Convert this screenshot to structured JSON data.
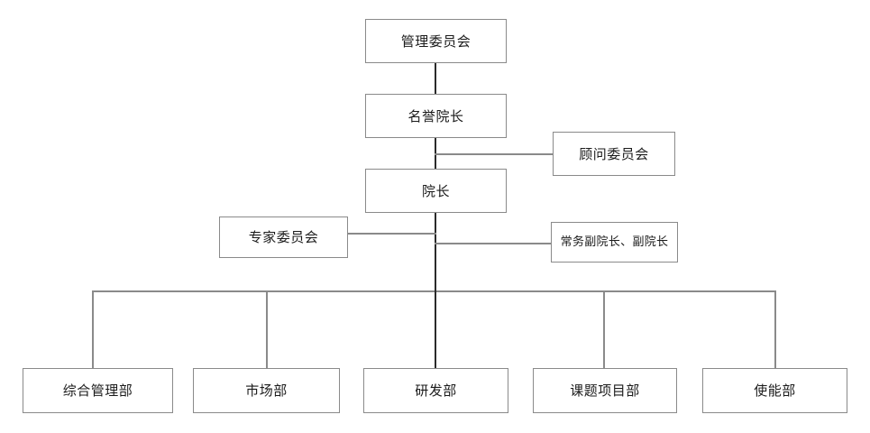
{
  "diagram": {
    "type": "organization-chart",
    "title": "",
    "theme": {
      "background": "#ffffff",
      "box_border": "#8a8a8a",
      "box_fill": "#ffffff",
      "text_color": "#1b1b1b",
      "connector_color": "#8a8a8a",
      "connector_dark": "#2b2b2b"
    },
    "nodes": {
      "management_committee": "管理委员会",
      "honorary_dean": "名誉院长",
      "advisory_committee": "顾问委员会",
      "dean": "院长",
      "expert_committee": "专家委员会",
      "vice_deans": "常务副院长、副院长",
      "dept_general_management": "综合管理部",
      "dept_marketing": "市场部",
      "dept_rnd": "研发部",
      "dept_research_project": "课题项目部",
      "dept_enabling": "使能部"
    },
    "levels": [
      {
        "name": "level-1",
        "items": [
          "管理委员会"
        ]
      },
      {
        "name": "level-2",
        "items": [
          "名誉院长"
        ]
      },
      {
        "name": "level-2-side",
        "items": [
          "顾问委员会"
        ]
      },
      {
        "name": "level-3",
        "items": [
          "院长"
        ]
      },
      {
        "name": "level-3-side",
        "items": [
          "专家委员会",
          "常务副院长、副院长"
        ]
      },
      {
        "name": "level-4",
        "items": [
          "综合管理部",
          "市场部",
          "研发部",
          "课题项目部",
          "使能部"
        ]
      }
    ],
    "edges": [
      {
        "from": "管理委员会",
        "to": "名誉院长"
      },
      {
        "from": "名誉院长",
        "to": "院长"
      },
      {
        "from": "院长",
        "to": "顾问委员会"
      },
      {
        "from": "院长",
        "to": "专家委员会"
      },
      {
        "from": "院长",
        "to": "常务副院长、副院长"
      },
      {
        "from": "院长",
        "to": "综合管理部"
      },
      {
        "from": "院长",
        "to": "市场部"
      },
      {
        "from": "院长",
        "to": "研发部"
      },
      {
        "from": "院长",
        "to": "课题项目部"
      },
      {
        "from": "院长",
        "to": "使能部"
      }
    ]
  }
}
